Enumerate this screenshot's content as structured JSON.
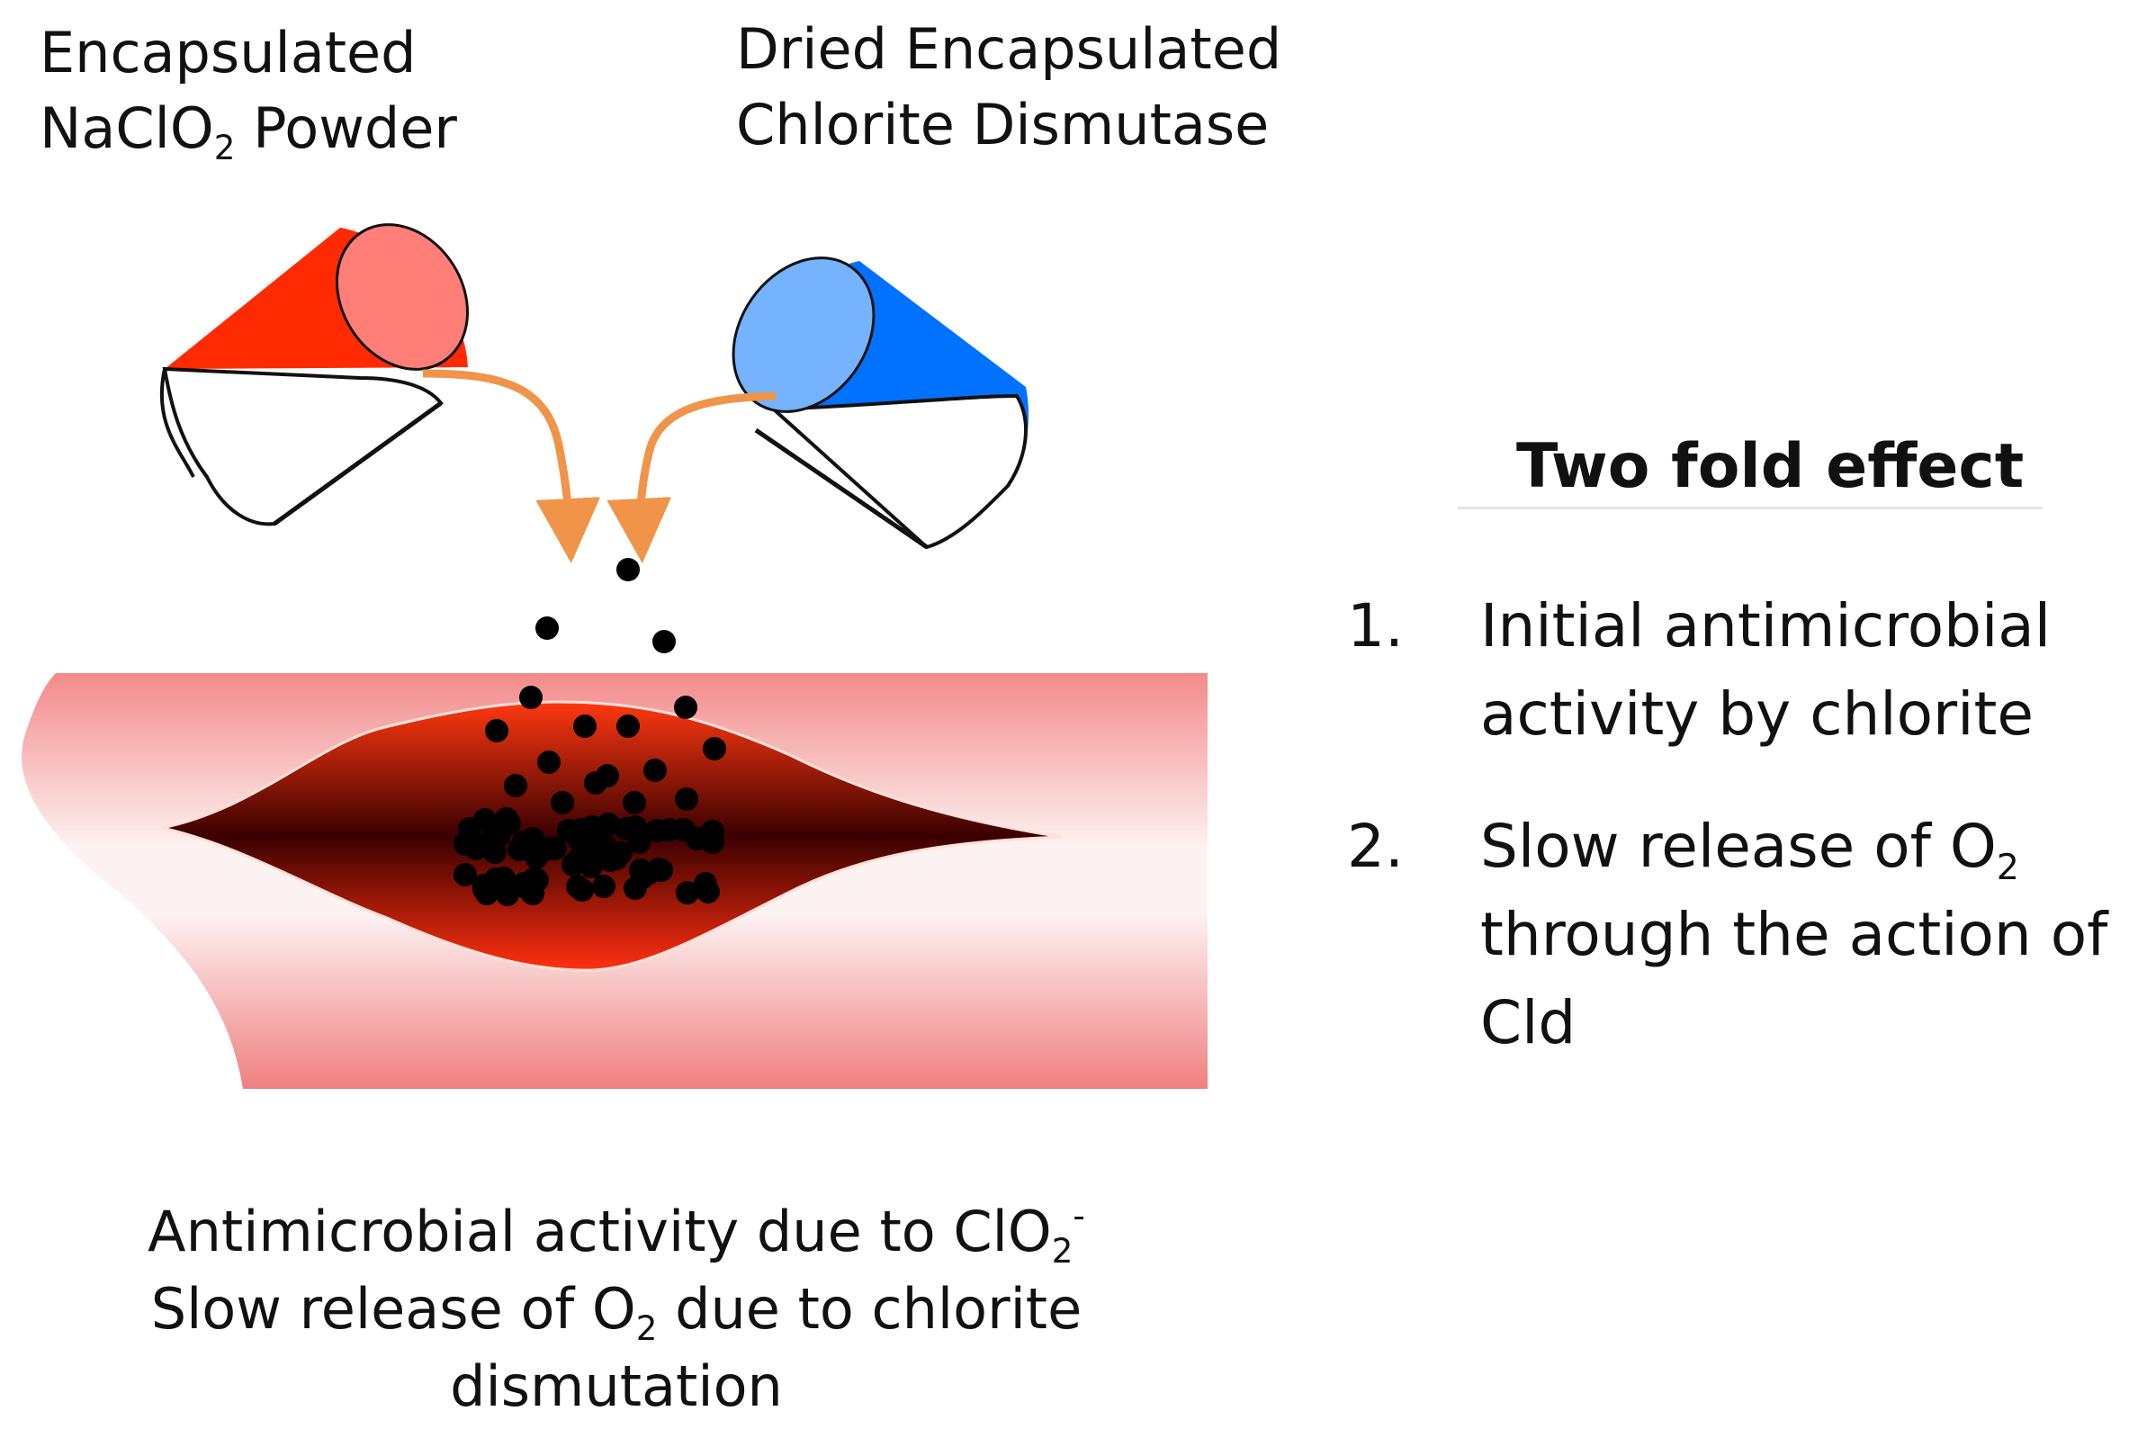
{
  "top_labels": {
    "left": {
      "line1": "Encapsulated",
      "line2_pre": "NaClO",
      "line2_sub": "2",
      "line2_post": " Powder"
    },
    "right": {
      "line1": "Dried Encapsulated",
      "line2": "Chlorite Dismutase"
    }
  },
  "side_panel": {
    "title": "Two fold effect",
    "items": [
      {
        "number": "1.",
        "line1": "Initial antimicrobial",
        "line2": "activity by chlorite"
      },
      {
        "number": "2.",
        "line1_pre": "Slow release of O",
        "line1_sub": "2",
        "line2": "through the action of",
        "line3": "Cld"
      }
    ]
  },
  "caption": {
    "line1_pre": "Antimicrobial activity due to ClO",
    "line1_sub": "2",
    "line1_sup": "-",
    "line2_pre": "Slow release of O",
    "line2_sub": "2",
    "line2_post": " due to chlorite",
    "line3": "dismutation"
  },
  "colors": {
    "red_cup": "#ff2a00",
    "red_cup_rim": "#ff7f78",
    "blue_cup": "#0072ff",
    "blue_cup_rim": "#75b3ff",
    "arrow": "#f0944a",
    "tissue": "#f08080",
    "wound_dark": "#4a0000",
    "wound_bright": "#ff3010",
    "particle": "#000000"
  }
}
